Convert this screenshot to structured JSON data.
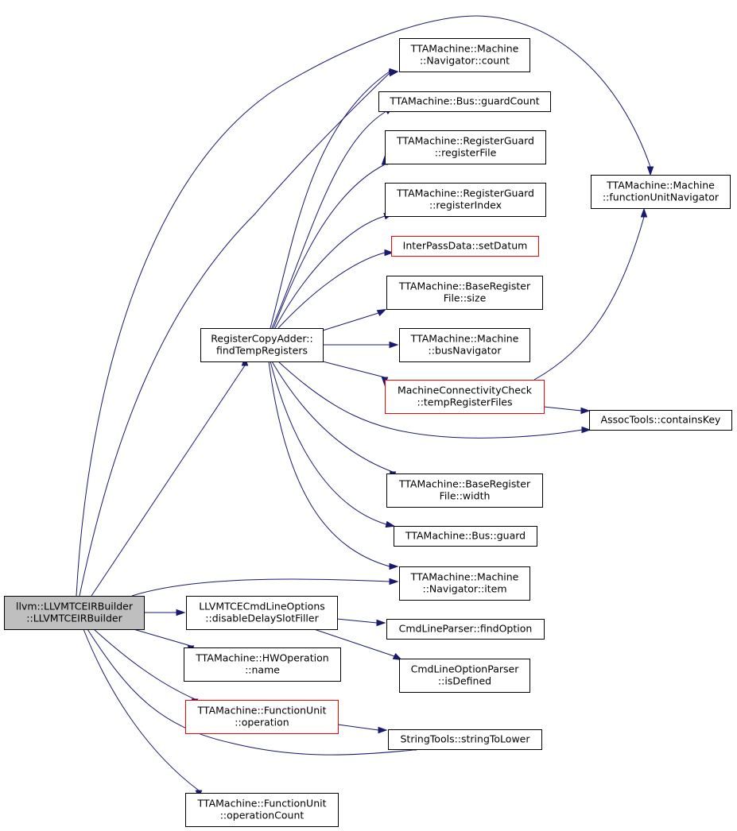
{
  "colors": {
    "edge": "#191970",
    "node_border": "#000000",
    "node_border_incomplete": "#ff0000",
    "node_fill": "#ffffff",
    "root_fill": "#bfbfbf",
    "background": "#ffffff"
  },
  "nodes": [
    {
      "id": "root",
      "lines": [
        "llvm::LLVMTCEIRBuilder",
        "::LLVMTCEIRBuilder"
      ],
      "style": "root"
    },
    {
      "id": "findTemp",
      "lines": [
        "RegisterCopyAdder::",
        "findTempRegisters"
      ],
      "style": "normal"
    },
    {
      "id": "navCount",
      "lines": [
        "TTAMachine::Machine",
        "::Navigator::count"
      ],
      "style": "normal"
    },
    {
      "id": "guardCount",
      "lines": [
        "TTAMachine::Bus::guardCount"
      ],
      "style": "normal"
    },
    {
      "id": "regFile",
      "lines": [
        "TTAMachine::RegisterGuard",
        "::registerFile"
      ],
      "style": "normal"
    },
    {
      "id": "regIndex",
      "lines": [
        "TTAMachine::RegisterGuard",
        "::registerIndex"
      ],
      "style": "normal"
    },
    {
      "id": "setDatum",
      "lines": [
        "InterPassData::setDatum"
      ],
      "style": "incomplete"
    },
    {
      "id": "rfSize",
      "lines": [
        "TTAMachine::BaseRegister",
        "File::size"
      ],
      "style": "normal"
    },
    {
      "id": "busNav",
      "lines": [
        "TTAMachine::Machine",
        "::busNavigator"
      ],
      "style": "normal"
    },
    {
      "id": "tempRF",
      "lines": [
        "MachineConnectivityCheck",
        "::tempRegisterFiles"
      ],
      "style": "incomplete"
    },
    {
      "id": "fuNav",
      "lines": [
        "TTAMachine::Machine",
        "::functionUnitNavigator"
      ],
      "style": "normal"
    },
    {
      "id": "containsKey",
      "lines": [
        "AssocTools::containsKey"
      ],
      "style": "normal"
    },
    {
      "id": "rfWidth",
      "lines": [
        "TTAMachine::BaseRegister",
        "File::width"
      ],
      "style": "normal"
    },
    {
      "id": "busGuard",
      "lines": [
        "TTAMachine::Bus::guard"
      ],
      "style": "normal"
    },
    {
      "id": "navItem",
      "lines": [
        "TTAMachine::Machine",
        "::Navigator::item"
      ],
      "style": "normal"
    },
    {
      "id": "disableDelay",
      "lines": [
        "LLVMTCECmdLineOptions",
        "::disableDelaySlotFiller"
      ],
      "style": "normal"
    },
    {
      "id": "findOption",
      "lines": [
        "CmdLineParser::findOption"
      ],
      "style": "normal"
    },
    {
      "id": "isDefined",
      "lines": [
        "CmdLineOptionParser",
        "::isDefined"
      ],
      "style": "normal"
    },
    {
      "id": "hwName",
      "lines": [
        "TTAMachine::HWOperation",
        "::name"
      ],
      "style": "normal"
    },
    {
      "id": "fuOperation",
      "lines": [
        "TTAMachine::FunctionUnit",
        "::operation"
      ],
      "style": "incomplete"
    },
    {
      "id": "strLower",
      "lines": [
        "StringTools::stringToLower"
      ],
      "style": "normal"
    },
    {
      "id": "fuOpCount",
      "lines": [
        "TTAMachine::FunctionUnit",
        "::operationCount"
      ],
      "style": "normal"
    }
  ],
  "edges": [
    {
      "from": "root",
      "to": "fuNav"
    },
    {
      "from": "root",
      "to": "navCount"
    },
    {
      "from": "root",
      "to": "findTemp"
    },
    {
      "from": "root",
      "to": "navItem"
    },
    {
      "from": "root",
      "to": "disableDelay"
    },
    {
      "from": "root",
      "to": "hwName"
    },
    {
      "from": "root",
      "to": "fuOperation"
    },
    {
      "from": "root",
      "to": "strLower"
    },
    {
      "from": "root",
      "to": "fuOpCount"
    },
    {
      "from": "findTemp",
      "to": "navCount"
    },
    {
      "from": "findTemp",
      "to": "guardCount"
    },
    {
      "from": "findTemp",
      "to": "regFile"
    },
    {
      "from": "findTemp",
      "to": "regIndex"
    },
    {
      "from": "findTemp",
      "to": "setDatum"
    },
    {
      "from": "findTemp",
      "to": "rfSize"
    },
    {
      "from": "findTemp",
      "to": "busNav"
    },
    {
      "from": "findTemp",
      "to": "tempRF"
    },
    {
      "from": "findTemp",
      "to": "containsKey"
    },
    {
      "from": "findTemp",
      "to": "rfWidth"
    },
    {
      "from": "findTemp",
      "to": "busGuard"
    },
    {
      "from": "findTemp",
      "to": "navItem"
    },
    {
      "from": "tempRF",
      "to": "fuNav"
    },
    {
      "from": "tempRF",
      "to": "containsKey"
    },
    {
      "from": "disableDelay",
      "to": "findOption"
    },
    {
      "from": "disableDelay",
      "to": "isDefined"
    },
    {
      "from": "fuOperation",
      "to": "strLower"
    }
  ]
}
